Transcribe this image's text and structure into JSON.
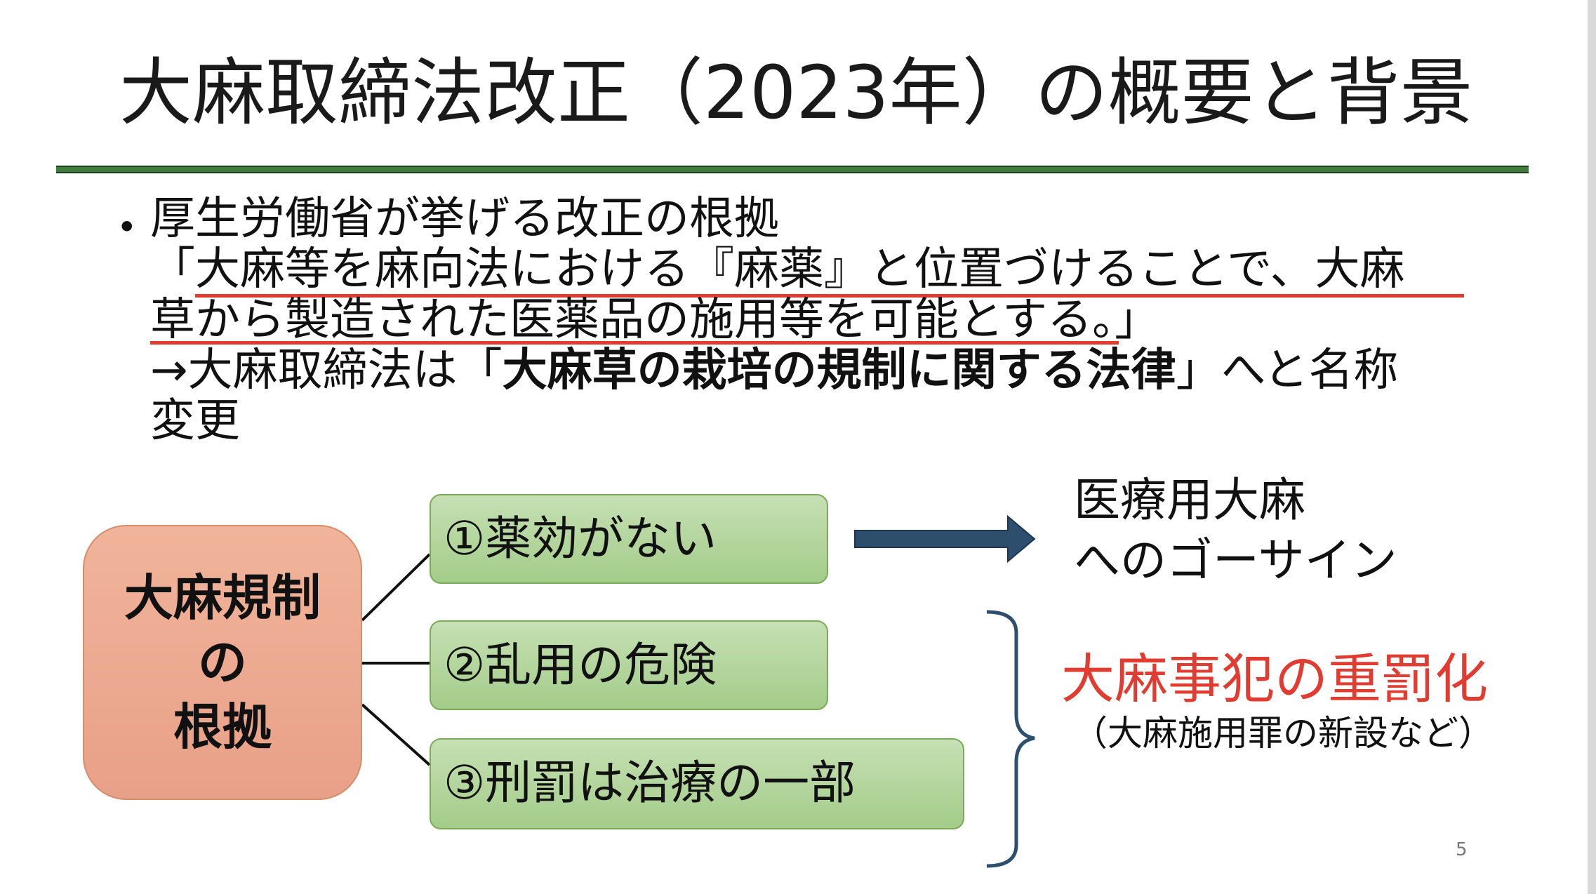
{
  "slide": {
    "title": "大麻取締法改正（2023年）の概要と背景",
    "page_number": "5"
  },
  "bullet": {
    "heading": "厚生労働省が挙げる改正の根拠",
    "quote_line1": "「大麻等を麻向法における『麻薬』と位置づけることで、大麻",
    "quote_line2": "草から製造された医薬品の施用等を可能とする。」",
    "rename_prefix": "→大麻取締法は「",
    "rename_bold": "大麻草の栽培の規制に関する法律",
    "rename_suffix": "」へと名称",
    "rename_line2": "変更"
  },
  "diagram": {
    "root": {
      "line1": "大麻規制",
      "line2": "の",
      "line3": "根拠"
    },
    "items": [
      {
        "label": "①薬効がない"
      },
      {
        "label": "②乱用の危険"
      },
      {
        "label": "③刑罰は治療の一部"
      }
    ],
    "result_medical": {
      "line1": "医療用大麻",
      "line2": "へのゴーサイン"
    },
    "result_penalty": {
      "main": "大麻事犯の重罰化",
      "note": "（大麻施用罪の新設など）"
    },
    "colors": {
      "root_fill": "#eaa58c",
      "item_fill": "#b4d69d",
      "arrow": "#2e4e6e",
      "brace": "#2e4e6e",
      "accent_red": "#e03c31",
      "rule_green": "#3e7d3b"
    },
    "icons": {
      "arrow": "right-arrow-icon",
      "brace": "right-brace-icon"
    }
  }
}
